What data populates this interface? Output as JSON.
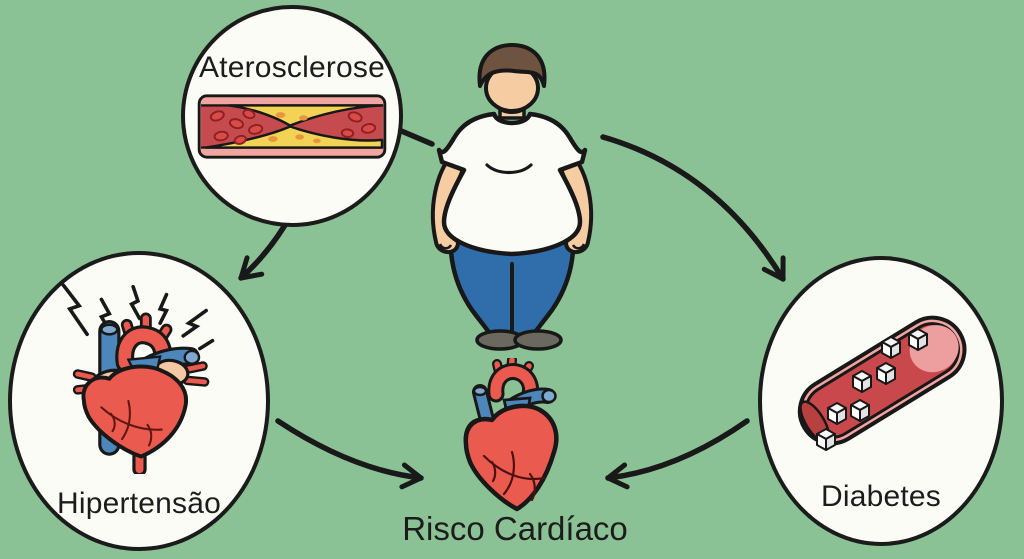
{
  "diagram": {
    "title": "Risco Cardíaco",
    "background_color": "#8bc295",
    "outline_color": "#1b1b1b",
    "bubble_color": "#fcfcf6"
  },
  "nodes": {
    "aterosclerose": {
      "label": "Aterosclerose",
      "icon": "clogged-artery-icon"
    },
    "person": {
      "icon": "obese-person-icon"
    },
    "hipertensao": {
      "label": "Hipertensão",
      "icon": "stressed-heart-icon"
    },
    "diabetes": {
      "label": "Diabetes",
      "icon": "sugar-blood-vessel-icon"
    },
    "risco_cardiaco": {
      "label": "Risco Cardíaco",
      "icon": "heart-icon"
    }
  },
  "edges": [
    {
      "from": "aterosclerose",
      "to": "person",
      "style": "connector-line"
    },
    {
      "from": "aterosclerose",
      "to": "hipertensao",
      "style": "arrow"
    },
    {
      "from": "person",
      "to": "diabetes",
      "style": "curved-arrow"
    },
    {
      "from": "hipertensao",
      "to": "risco_cardiaco",
      "style": "curved-arrow"
    },
    {
      "from": "diabetes",
      "to": "risco_cardiaco",
      "style": "curved-arrow"
    }
  ],
  "colors": {
    "artery_wall_pink": "#f0a5a1",
    "artery_lumen_red": "#c64b4e",
    "blood_cell_red": "#d94b49",
    "plaque_yellow": "#f3d355",
    "plaque_dot_orange": "#e5963f",
    "heart_red": "#ea5a4e",
    "heart_maroon": "#9c3b45",
    "vessel_blue": "#4d86bb",
    "atria_peach": "#f4c8a3",
    "skin": "#f6cda2",
    "shirt_white": "#fcfcf6",
    "pants_blue": "#2f6dab",
    "hair_brown": "#6d5340",
    "shoe_gray": "#6a685f"
  }
}
